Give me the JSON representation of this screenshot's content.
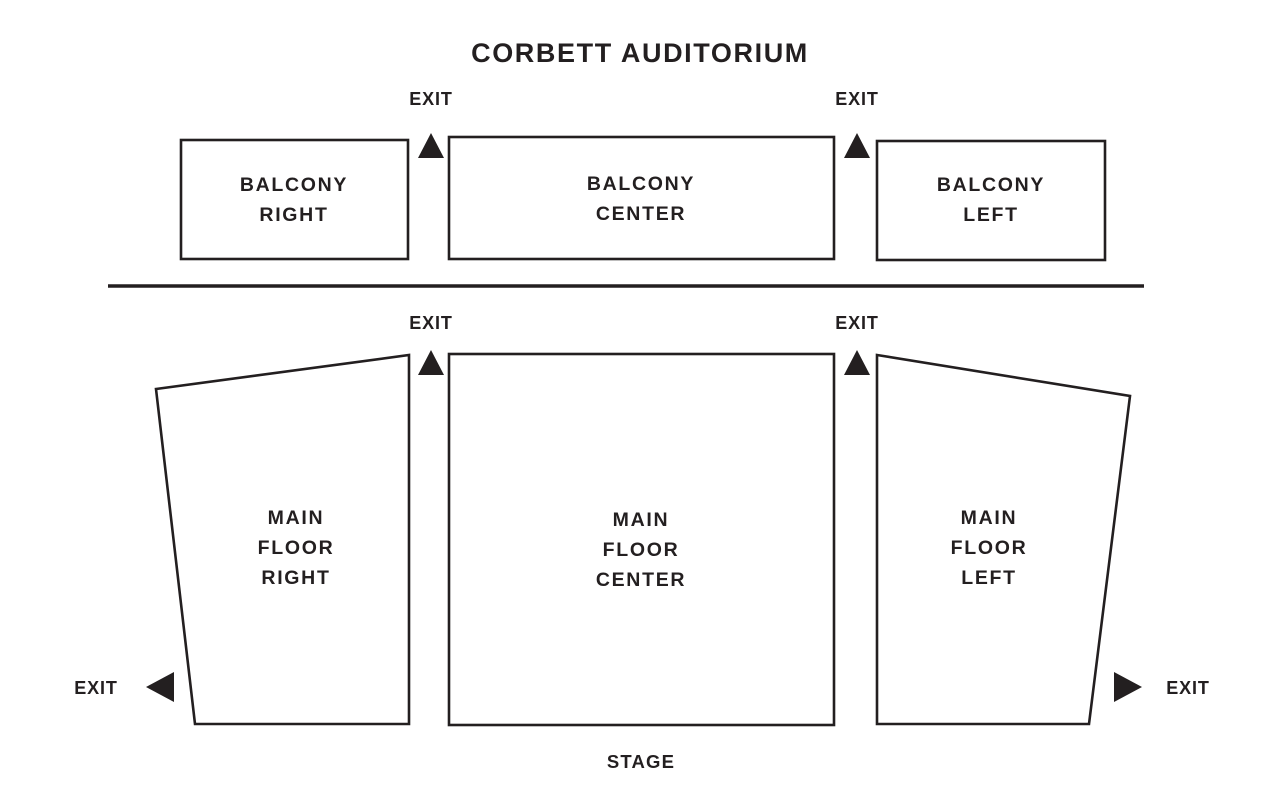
{
  "title": "CORBETT AUDITORIUM",
  "colors": {
    "ink": "#231f20",
    "background": "#ffffff"
  },
  "sections": {
    "balcony_right": {
      "label_line1": "BALCONY",
      "label_line2": "RIGHT"
    },
    "balcony_center": {
      "label_line1": "BALCONY",
      "label_line2": "CENTER"
    },
    "balcony_left": {
      "label_line1": "BALCONY",
      "label_line2": "LEFT"
    },
    "main_floor_right": {
      "label_line1": "MAIN",
      "label_line2": "FLOOR",
      "label_line3": "RIGHT"
    },
    "main_floor_center": {
      "label_line1": "MAIN",
      "label_line2": "FLOOR",
      "label_line3": "CENTER"
    },
    "main_floor_left": {
      "label_line1": "MAIN",
      "label_line2": "FLOOR",
      "label_line3": "LEFT"
    }
  },
  "exits": {
    "balcony_exit_left": {
      "label": "EXIT",
      "direction": "up"
    },
    "balcony_exit_right": {
      "label": "EXIT",
      "direction": "up"
    },
    "main_exit_left": {
      "label": "EXIT",
      "direction": "up"
    },
    "main_exit_right": {
      "label": "EXIT",
      "direction": "up"
    },
    "main_exit_far_left": {
      "label": "EXIT",
      "direction": "left"
    },
    "main_exit_far_right": {
      "label": "EXIT",
      "direction": "right"
    }
  },
  "stage": {
    "label": "STAGE"
  }
}
